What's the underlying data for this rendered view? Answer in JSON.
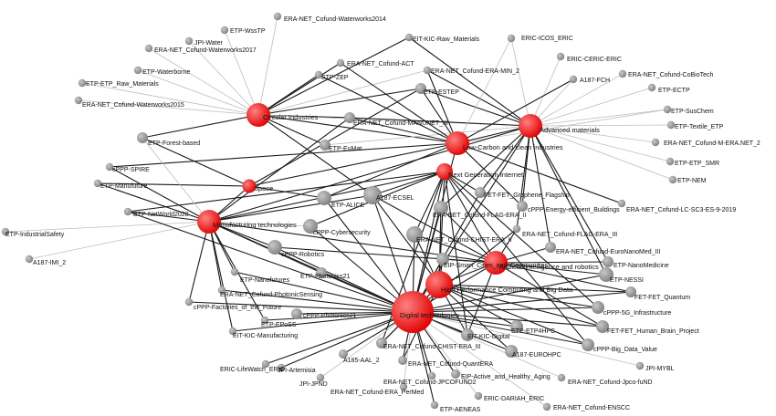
{
  "colors": {
    "hub": "#e00000",
    "hub_highlight": "#ff8080",
    "node": "#808080",
    "node_highlight": "#c8c8c8",
    "edge_strong": "#1a1a1a",
    "edge_weak": "#bdbdbd"
  },
  "hubs": [
    {
      "id": "circular",
      "label": "Circular Industries",
      "size": 2
    },
    {
      "id": "advmat",
      "label": "Advanced materials",
      "size": 2
    },
    {
      "id": "lowcarbon",
      "label": "Low-Carbon and clean industries",
      "size": 2
    },
    {
      "id": "nextgen",
      "label": "Next Generation Internet",
      "size": 1.6
    },
    {
      "id": "space",
      "label": "Space",
      "size": 1.4
    },
    {
      "id": "manuf",
      "label": "Manufacturing technologies",
      "size": 2
    },
    {
      "id": "ai",
      "label": "Artificial intelligence and robotics",
      "size": 2
    },
    {
      "id": "hpc",
      "label": "High Performance Computing and Big Data",
      "size": 2.4
    },
    {
      "id": "digital",
      "label": "Digital technologies",
      "size": 3.5
    }
  ],
  "nodes": [
    {
      "id": "n1",
      "label": "ERA-NET_Cofund-Waterworks2014"
    },
    {
      "id": "n2",
      "label": "ETP-WssTP"
    },
    {
      "id": "n3",
      "label": "JPI-Water"
    },
    {
      "id": "n4",
      "label": "ERA-NET_Cofund-Waterworks2017"
    },
    {
      "id": "n5",
      "label": "ETP-Waterborne"
    },
    {
      "id": "n6",
      "label": "ETP-ETP_Raw_Materials"
    },
    {
      "id": "n7",
      "label": "ERA-NET_Cofund-Waterworks2015"
    },
    {
      "id": "n8",
      "label": "EIT-KIC-Raw_Materials"
    },
    {
      "id": "n9",
      "label": "ERA-NET_Cofund-ACT"
    },
    {
      "id": "n10",
      "label": "ETP-ZEP"
    },
    {
      "id": "n11",
      "label": "ERA-NET_Cofund-ERA-MIN_2"
    },
    {
      "id": "n12",
      "label": "ETP-ESTEP"
    },
    {
      "id": "n13",
      "label": "ERIC-ICOS_ERIC"
    },
    {
      "id": "n14",
      "label": "ERIC-CERIC-ERIC"
    },
    {
      "id": "n15",
      "label": "A187-FCH"
    },
    {
      "id": "n16",
      "label": "ERA-NET_Cofund-CoBioTech"
    },
    {
      "id": "n17",
      "label": "ETP-ECTP"
    },
    {
      "id": "n18",
      "label": "ETP-SusChem"
    },
    {
      "id": "n19",
      "label": "ETP-Textile_ETP"
    },
    {
      "id": "n20",
      "label": "ERA-NET_Cofund-M-ERA.NET_2"
    },
    {
      "id": "n21",
      "label": "ETP-ETP_SMR"
    },
    {
      "id": "n22",
      "label": "ETP-NEM"
    },
    {
      "id": "n23",
      "label": "ERA-NET_Cofund-MANUNET_III"
    },
    {
      "id": "n24",
      "label": "ETP-Forest-based"
    },
    {
      "id": "n25",
      "label": "ETP-EuMat"
    },
    {
      "id": "n26",
      "label": "cPPP-SPIRE"
    },
    {
      "id": "n27",
      "label": "ETP-Manufuture"
    },
    {
      "id": "n28",
      "label": "ETP-NetWorld2020"
    },
    {
      "id": "n29",
      "label": "ETP-ALICE"
    },
    {
      "id": "n30",
      "label": "A187-ECSEL"
    },
    {
      "id": "n31",
      "label": "FET-FET_Graphene_Flagship"
    },
    {
      "id": "n32",
      "label": "cPPP-Energy-efficient_Buildings"
    },
    {
      "id": "n33",
      "label": "ERA-NET_Cofund-LC-SC3-ES-9-2019"
    },
    {
      "id": "n34",
      "label": "ERA-NET_Cofund-FLAG-ERA_II"
    },
    {
      "id": "n35",
      "label": "ERA-NET_Cofund-FLAG-ERA_III"
    },
    {
      "id": "n36",
      "label": "ETP-IndustrialSafety"
    },
    {
      "id": "n37",
      "label": "A187-IMI_2"
    },
    {
      "id": "n38",
      "label": "cPPP-Cybersecurity"
    },
    {
      "id": "n39",
      "label": "ERA-NET_Cofund-CHIST-ERA_II"
    },
    {
      "id": "n40",
      "label": "ERA-NET_Cofund-EuroNanoMed_III"
    },
    {
      "id": "n41",
      "label": "cPPP-Robotics"
    },
    {
      "id": "n42",
      "label": "EIP-Smart_Cities_and_Communities"
    },
    {
      "id": "n43",
      "label": "ETP-NanoMedicine"
    },
    {
      "id": "n44",
      "label": "ETP-NESSI"
    },
    {
      "id": "n45",
      "label": "ETP-Photonics21"
    },
    {
      "id": "n46",
      "label": "ETP-Nanofutures"
    },
    {
      "id": "n47",
      "label": "ERA-NET_Cofund-PhotonicSensing"
    },
    {
      "id": "n48",
      "label": "FET-FET_Quantum"
    },
    {
      "id": "n49",
      "label": "cPPP-Factories_of_the_Future"
    },
    {
      "id": "n50",
      "label": "cPPP-Photonics21"
    },
    {
      "id": "n51",
      "label": "cPPP-5G_Infrastructure"
    },
    {
      "id": "n52",
      "label": "ETP-EPoSS"
    },
    {
      "id": "n53",
      "label": "FET-FET_Human_Brain_Project"
    },
    {
      "id": "n54",
      "label": "EIT-KIC-Manufacturing"
    },
    {
      "id": "n55",
      "label": "ETP-ETP4HPC"
    },
    {
      "id": "n56",
      "label": "EIT-KIC-Digital"
    },
    {
      "id": "n57",
      "label": "cPPP-Big_Data_Value"
    },
    {
      "id": "n58",
      "label": "ERA-NET_Cofund-CHIST-ERA_III"
    },
    {
      "id": "n59",
      "label": "A187-EUROHPC"
    },
    {
      "id": "n60",
      "label": "A185-AAL_2"
    },
    {
      "id": "n61",
      "label": "ERA-NET_Cofund-QuantERA"
    },
    {
      "id": "n62",
      "label": "JPI-MYBL"
    },
    {
      "id": "n63",
      "label": "ERIC-LifeWatch_ERIC"
    },
    {
      "id": "n64",
      "label": "JPI-Artemisia"
    },
    {
      "id": "n65",
      "label": "EIP-Active_and_Healthy_Aging"
    },
    {
      "id": "n66",
      "label": "ERA-NET_Cofund-Jpco-fuND"
    },
    {
      "id": "n67",
      "label": "JPI-JPND"
    },
    {
      "id": "n68",
      "label": "ERA-NET_Cofund-JPCOFUND2"
    },
    {
      "id": "n69",
      "label": "ERA-NET_Cofund-ERA_PerMed"
    },
    {
      "id": "n70",
      "label": "ERIC-DARIAH_ERIC"
    },
    {
      "id": "n71",
      "label": "ERA-NET_Cofund-ENSCC"
    },
    {
      "id": "n72",
      "label": "ETP-AENEAS"
    }
  ],
  "edges": [
    [
      "circular",
      "n1",
      0
    ],
    [
      "circular",
      "n2",
      0
    ],
    [
      "circular",
      "n3",
      0
    ],
    [
      "circular",
      "n4",
      0
    ],
    [
      "circular",
      "n5",
      0
    ],
    [
      "circular",
      "n6",
      0
    ],
    [
      "circular",
      "n7",
      0
    ],
    [
      "circular",
      "n8",
      1
    ],
    [
      "circular",
      "n9",
      1
    ],
    [
      "circular",
      "n10",
      1
    ],
    [
      "circular",
      "n11",
      0
    ],
    [
      "circular",
      "n12",
      1
    ],
    [
      "circular",
      "n23",
      1
    ],
    [
      "circular",
      "n24",
      1
    ],
    [
      "circular",
      "n25",
      1
    ],
    [
      "circular",
      "lowcarbon",
      1
    ],
    [
      "circular",
      "advmat",
      0
    ],
    [
      "circular",
      "n30",
      1
    ],
    [
      "advmat",
      "n13",
      0
    ],
    [
      "advmat",
      "n14",
      0
    ],
    [
      "advmat",
      "n15",
      0
    ],
    [
      "advmat",
      "n16",
      0
    ],
    [
      "advmat",
      "n17",
      0
    ],
    [
      "advmat",
      "n18",
      0
    ],
    [
      "advmat",
      "n19",
      0
    ],
    [
      "advmat",
      "n20",
      0
    ],
    [
      "advmat",
      "n21",
      0
    ],
    [
      "advmat",
      "n22",
      0
    ],
    [
      "advmat",
      "n12",
      1
    ],
    [
      "advmat",
      "n23",
      1
    ],
    [
      "advmat",
      "n8",
      1
    ],
    [
      "advmat",
      "lowcarbon",
      1
    ],
    [
      "advmat",
      "n25",
      0
    ],
    [
      "advmat",
      "n31",
      1
    ],
    [
      "advmat",
      "n32",
      1
    ],
    [
      "advmat",
      "n44",
      1
    ],
    [
      "advmat",
      "n43",
      1
    ],
    [
      "advmat",
      "n40",
      1
    ],
    [
      "advmat",
      "n34",
      1
    ],
    [
      "advmat",
      "n35",
      1
    ],
    [
      "advmat",
      "n11",
      1
    ],
    [
      "advmat",
      "digital",
      1
    ],
    [
      "lowcarbon",
      "n9",
      1
    ],
    [
      "lowcarbon",
      "n10",
      1
    ],
    [
      "lowcarbon",
      "n11",
      1
    ],
    [
      "lowcarbon",
      "n12",
      1
    ],
    [
      "lowcarbon",
      "n15",
      1
    ],
    [
      "lowcarbon",
      "n26",
      1
    ],
    [
      "lowcarbon",
      "n29",
      1
    ],
    [
      "lowcarbon",
      "n32",
      1
    ],
    [
      "lowcarbon",
      "n33",
      1
    ],
    [
      "lowcarbon",
      "n23",
      1
    ],
    [
      "lowcarbon",
      "n13",
      0
    ],
    [
      "lowcarbon",
      "space",
      1
    ],
    [
      "lowcarbon",
      "digital",
      1
    ],
    [
      "lowcarbon",
      "n18",
      0
    ],
    [
      "nextgen",
      "n30",
      1
    ],
    [
      "nextgen",
      "n28",
      1
    ],
    [
      "nextgen",
      "n38",
      1
    ],
    [
      "nextgen",
      "n51",
      1
    ],
    [
      "nextgen",
      "n57",
      1
    ],
    [
      "nextgen",
      "n56",
      1
    ],
    [
      "nextgen",
      "n39",
      1
    ],
    [
      "nextgen",
      "n58",
      1
    ],
    [
      "nextgen",
      "digital",
      1
    ],
    [
      "nextgen",
      "ai",
      1
    ],
    [
      "nextgen",
      "hpc",
      1
    ],
    [
      "nextgen",
      "manuf",
      1
    ],
    [
      "nextgen",
      "n31",
      1
    ],
    [
      "space",
      "n29",
      1
    ],
    [
      "space",
      "n24",
      1
    ],
    [
      "space",
      "n27",
      1
    ],
    [
      "space",
      "manuf",
      1
    ],
    [
      "space",
      "n12",
      1
    ],
    [
      "manuf",
      "n26",
      1
    ],
    [
      "manuf",
      "n27",
      1
    ],
    [
      "manuf",
      "n28",
      1
    ],
    [
      "manuf",
      "n36",
      0
    ],
    [
      "manuf",
      "n37",
      0
    ],
    [
      "manuf",
      "n24",
      0
    ],
    [
      "manuf",
      "n23",
      1
    ],
    [
      "manuf",
      "n41",
      1
    ],
    [
      "manuf",
      "n46",
      1
    ],
    [
      "manuf",
      "n47",
      1
    ],
    [
      "manuf",
      "n49",
      1
    ],
    [
      "manuf",
      "n54",
      1
    ],
    [
      "manuf",
      "n52",
      1
    ],
    [
      "manuf",
      "n30",
      1
    ],
    [
      "manuf",
      "n38",
      0
    ],
    [
      "manuf",
      "digital",
      1
    ],
    [
      "manuf",
      "ai",
      1
    ],
    [
      "manuf",
      "advmat",
      1
    ],
    [
      "manuf",
      "n45",
      1
    ],
    [
      "ai",
      "n40",
      1
    ],
    [
      "ai",
      "n41",
      1
    ],
    [
      "ai",
      "n42",
      1
    ],
    [
      "ai",
      "n43",
      1
    ],
    [
      "ai",
      "n44",
      1
    ],
    [
      "ai",
      "n48",
      1
    ],
    [
      "ai",
      "n53",
      1
    ],
    [
      "ai",
      "n35",
      1
    ],
    [
      "ai",
      "n34",
      1
    ],
    [
      "ai",
      "n39",
      1
    ],
    [
      "ai",
      "n56",
      1
    ],
    [
      "ai",
      "n30",
      1
    ],
    [
      "ai",
      "digital",
      1
    ],
    [
      "ai",
      "hpc",
      1
    ],
    [
      "hpc",
      "n48",
      1
    ],
    [
      "hpc",
      "n51",
      1
    ],
    [
      "hpc",
      "n53",
      1
    ],
    [
      "hpc",
      "n55",
      1
    ],
    [
      "hpc",
      "n56",
      1
    ],
    [
      "hpc",
      "n57",
      1
    ],
    [
      "hpc",
      "n58",
      1
    ],
    [
      "hpc",
      "n59",
      1
    ],
    [
      "hpc",
      "n61",
      1
    ],
    [
      "hpc",
      "n39",
      1
    ],
    [
      "hpc",
      "n34",
      1
    ],
    [
      "hpc",
      "n42",
      1
    ],
    [
      "hpc",
      "digital",
      1
    ],
    [
      "hpc",
      "n30",
      1
    ],
    [
      "digital",
      "n30",
      1
    ],
    [
      "digital",
      "n38",
      1
    ],
    [
      "digital",
      "n41",
      1
    ],
    [
      "digital",
      "n42",
      1
    ],
    [
      "digital",
      "n45",
      1
    ],
    [
      "digital",
      "n46",
      1
    ],
    [
      "digital",
      "n47",
      1
    ],
    [
      "digital",
      "n49",
      1
    ],
    [
      "digital",
      "n50",
      1
    ],
    [
      "digital",
      "n51",
      1
    ],
    [
      "digital",
      "n52",
      1
    ],
    [
      "digital",
      "n53",
      1
    ],
    [
      "digital",
      "n54",
      1
    ],
    [
      "digital",
      "n55",
      1
    ],
    [
      "digital",
      "n56",
      1
    ],
    [
      "digital",
      "n57",
      1
    ],
    [
      "digital",
      "n58",
      1
    ],
    [
      "digital",
      "n59",
      1
    ],
    [
      "digital",
      "n60",
      1
    ],
    [
      "digital",
      "n61",
      1
    ],
    [
      "digital",
      "n62",
      0
    ],
    [
      "digital",
      "n63",
      1
    ],
    [
      "digital",
      "n64",
      1
    ],
    [
      "digital",
      "n65",
      1
    ],
    [
      "digital",
      "n66",
      0
    ],
    [
      "digital",
      "n67",
      0
    ],
    [
      "digital",
      "n68",
      1
    ],
    [
      "digital",
      "n69",
      0
    ],
    [
      "digital",
      "n70",
      0
    ],
    [
      "digital",
      "n71",
      0
    ],
    [
      "digital",
      "n72",
      1
    ],
    [
      "digital",
      "n39",
      1
    ],
    [
      "digital",
      "n34",
      1
    ],
    [
      "digital",
      "n35",
      1
    ],
    [
      "digital",
      "n44",
      1
    ],
    [
      "digital",
      "n48",
      1
    ],
    [
      "digital",
      "n29",
      1
    ],
    [
      "digital",
      "n31",
      1
    ],
    [
      "digital",
      "n28",
      1
    ]
  ]
}
